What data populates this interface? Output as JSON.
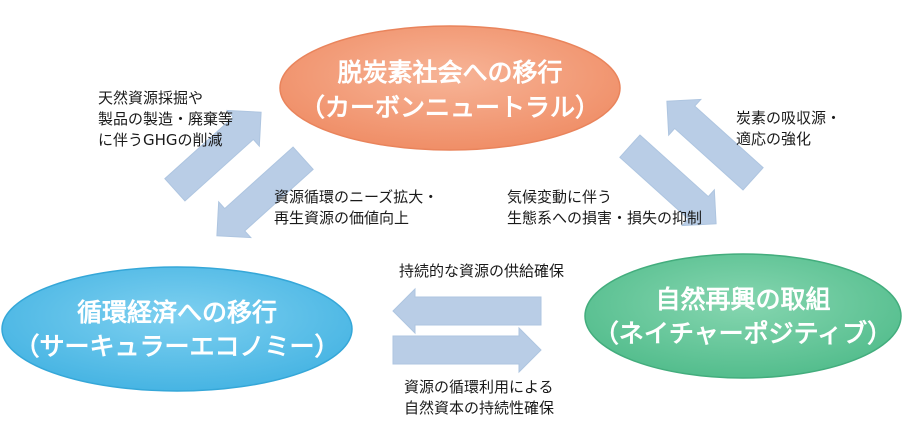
{
  "colors": {
    "background": "#ffffff",
    "carbon_neutral_fill": "#f4a07f",
    "circular_economy_fill": "#66c4e8",
    "nature_positive_fill": "#6fcb9f",
    "arrow_fill": "#b9cde6",
    "label_text": "#1a1a1a",
    "node_text": "#ffffff"
  },
  "nodes": {
    "carbon_neutral": {
      "line1": "脱炭素社会への移行",
      "line2": "（カーボンニュートラル）"
    },
    "circular_economy": {
      "line1": "循環経済への移行",
      "line2": "（サーキュラーエコノミー）"
    },
    "nature_positive": {
      "line1": "自然再興の取組",
      "line2": "（ネイチャーポジティブ）"
    }
  },
  "labels": {
    "ghg_reduction": [
      "天然資源採掘や",
      "製品の製造・廃棄等",
      "に伴うGHGの削減"
    ],
    "resource_circulation": [
      "資源循環のニーズ拡大・",
      "再生資源の価値向上"
    ],
    "carbon_sink": [
      "炭素の吸収源・",
      "適応の強化"
    ],
    "climate_impact": [
      "気候変動に伴う",
      "生態系への損害・損失の抑制"
    ],
    "resource_supply": [
      "持続的な資源の供給確保"
    ],
    "natural_capital": [
      "資源の循環利用による",
      "自然資本の持続性確保"
    ]
  }
}
